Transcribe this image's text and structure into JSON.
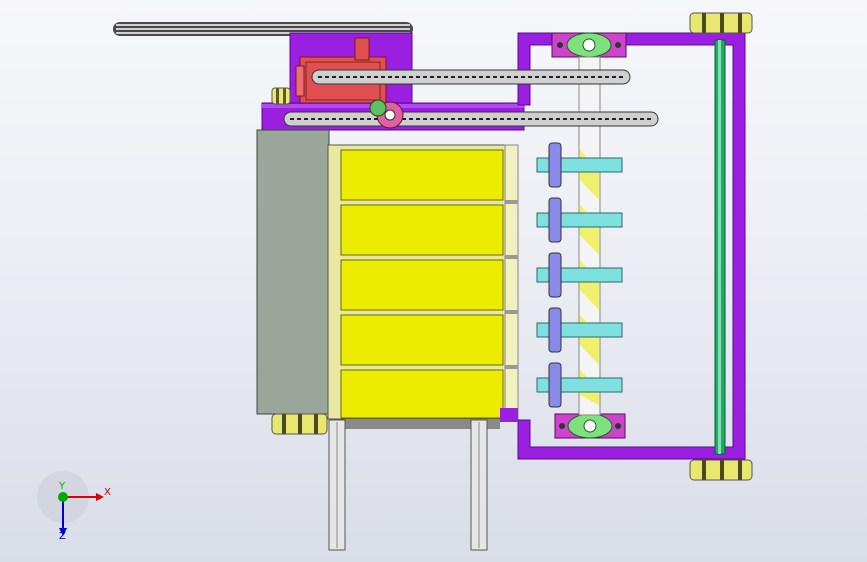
{
  "viewport": {
    "background_top": "#f6f7fa",
    "background_bottom": "#d9dde8"
  },
  "colors": {
    "frame_purple": "#9b1fe0",
    "frame_purple_dark": "#6b0fb0",
    "hopper_yellow": "#ecec00",
    "panel_gray": "#9aa69a",
    "gear_red": "#e05050",
    "bearing_green": "#7fe07f",
    "shaft_rod": "#1faa6a"
  },
  "triad": {
    "x_label": "X",
    "y_label": "Y",
    "z_label": "Z",
    "x_color": "#dd0000",
    "y_color": "#00aa00",
    "z_color": "#0000dd"
  }
}
